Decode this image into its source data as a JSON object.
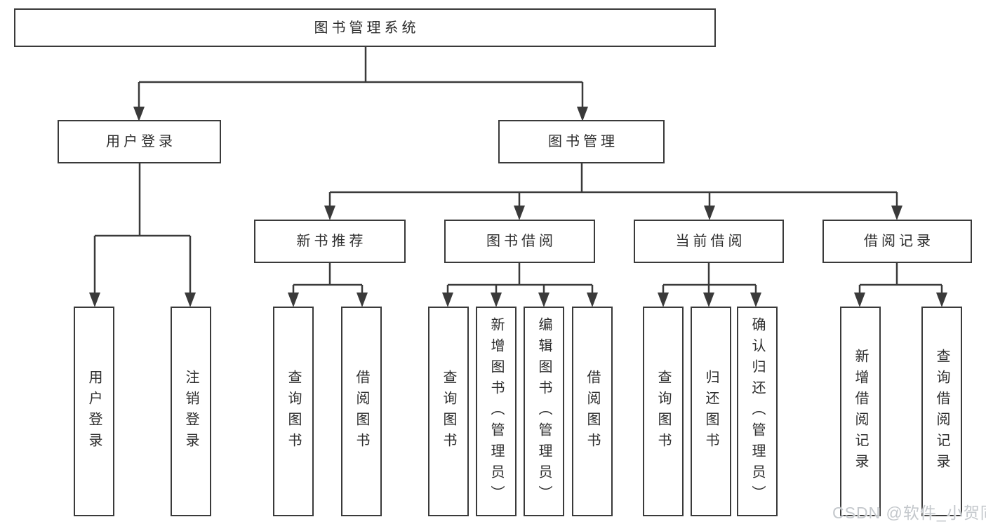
{
  "diagram": {
    "root": {
      "label": "图书管理系统"
    },
    "branches": [
      {
        "label": "用户登录",
        "children": [
          {
            "label": "用户登录"
          },
          {
            "label": "注销登录"
          }
        ]
      },
      {
        "label": "图书管理",
        "children": [
          {
            "label": "新书推荐",
            "children": [
              {
                "label": "查询图书"
              },
              {
                "label": "借阅图书"
              }
            ]
          },
          {
            "label": "图书借阅",
            "children": [
              {
                "label": "查询图书"
              },
              {
                "label": "新增图书（管理员）"
              },
              {
                "label": "编辑图书（管理员）"
              },
              {
                "label": "借阅图书"
              }
            ]
          },
          {
            "label": "当前借阅",
            "children": [
              {
                "label": "查询图书"
              },
              {
                "label": "归还图书"
              },
              {
                "label": "确认归还（管理员）"
              }
            ]
          },
          {
            "label": "借阅记录",
            "children": [
              {
                "label": "新增借阅记录"
              },
              {
                "label": "查询借阅记录"
              }
            ]
          }
        ]
      }
    ]
  },
  "watermark": {
    "text": "CSDN @软件_小贺同学"
  },
  "colors": {
    "line": "#3a3a3a",
    "text": "#2d2d2d",
    "box_background": "#ffffff",
    "page_background": "#ffffff",
    "watermark": "#c4c8cc"
  }
}
